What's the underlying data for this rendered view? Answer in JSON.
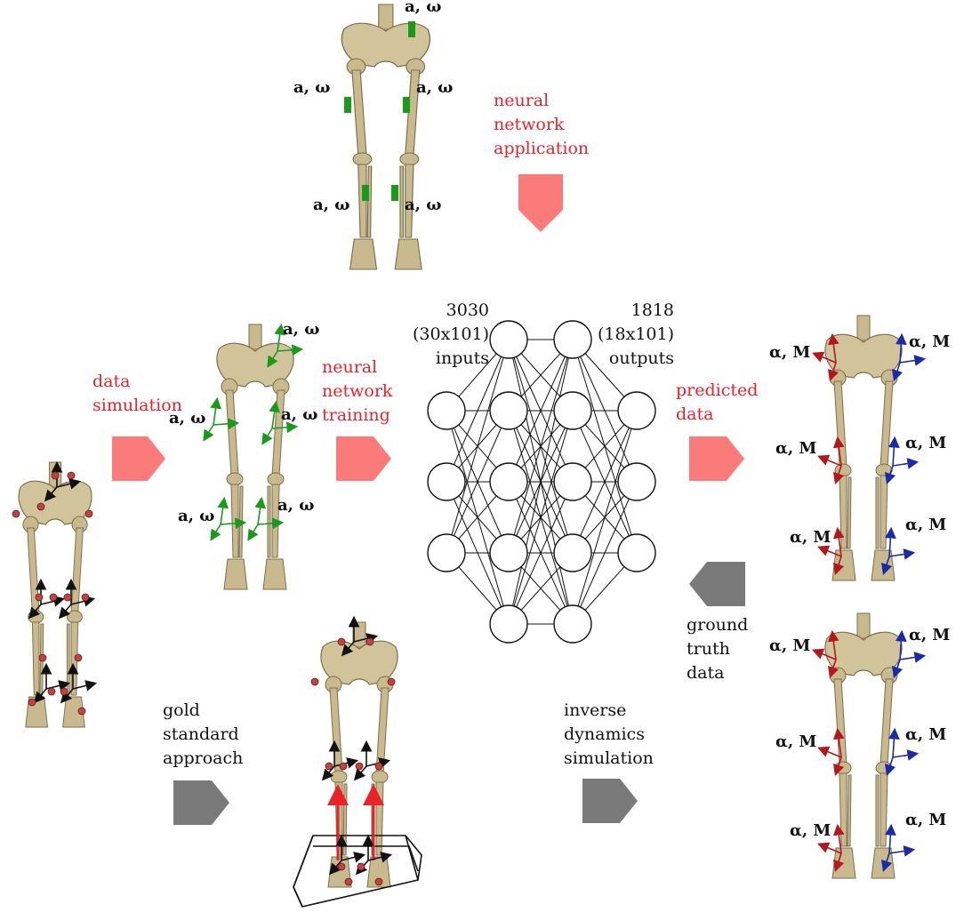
{
  "labels": {
    "neural_network_application": "neural\nnetwork\napplication",
    "data_simulation": "data\nsimulation",
    "neural_network_training": "neural\nnetwork\ntraining",
    "predicted_data": "predicted\ndata",
    "ground_truth_data": "ground\ntruth\ndata",
    "gold_standard_approach": "gold\nstandard\napproach",
    "inverse_dynamics_simulation": "inverse\ndynamics\nsimulation",
    "inputs": "3030\n(30x101)\ninputs",
    "outputs": "1818\n(18x101)\noutputs"
  },
  "sensor_label": "a, ω",
  "output_label": "α, M",
  "network": {
    "layer_sizes": [
      3,
      5,
      5,
      3
    ]
  },
  "colors": {
    "arrow_red": "#fb7b7b",
    "arrow_gray": "#7a7a7a",
    "label_red": "#e8232a",
    "bone": "#c8b98e",
    "imu_green": "#1a9a1a",
    "frame_red": "#b3181e",
    "frame_blue": "#1a2aa8"
  }
}
